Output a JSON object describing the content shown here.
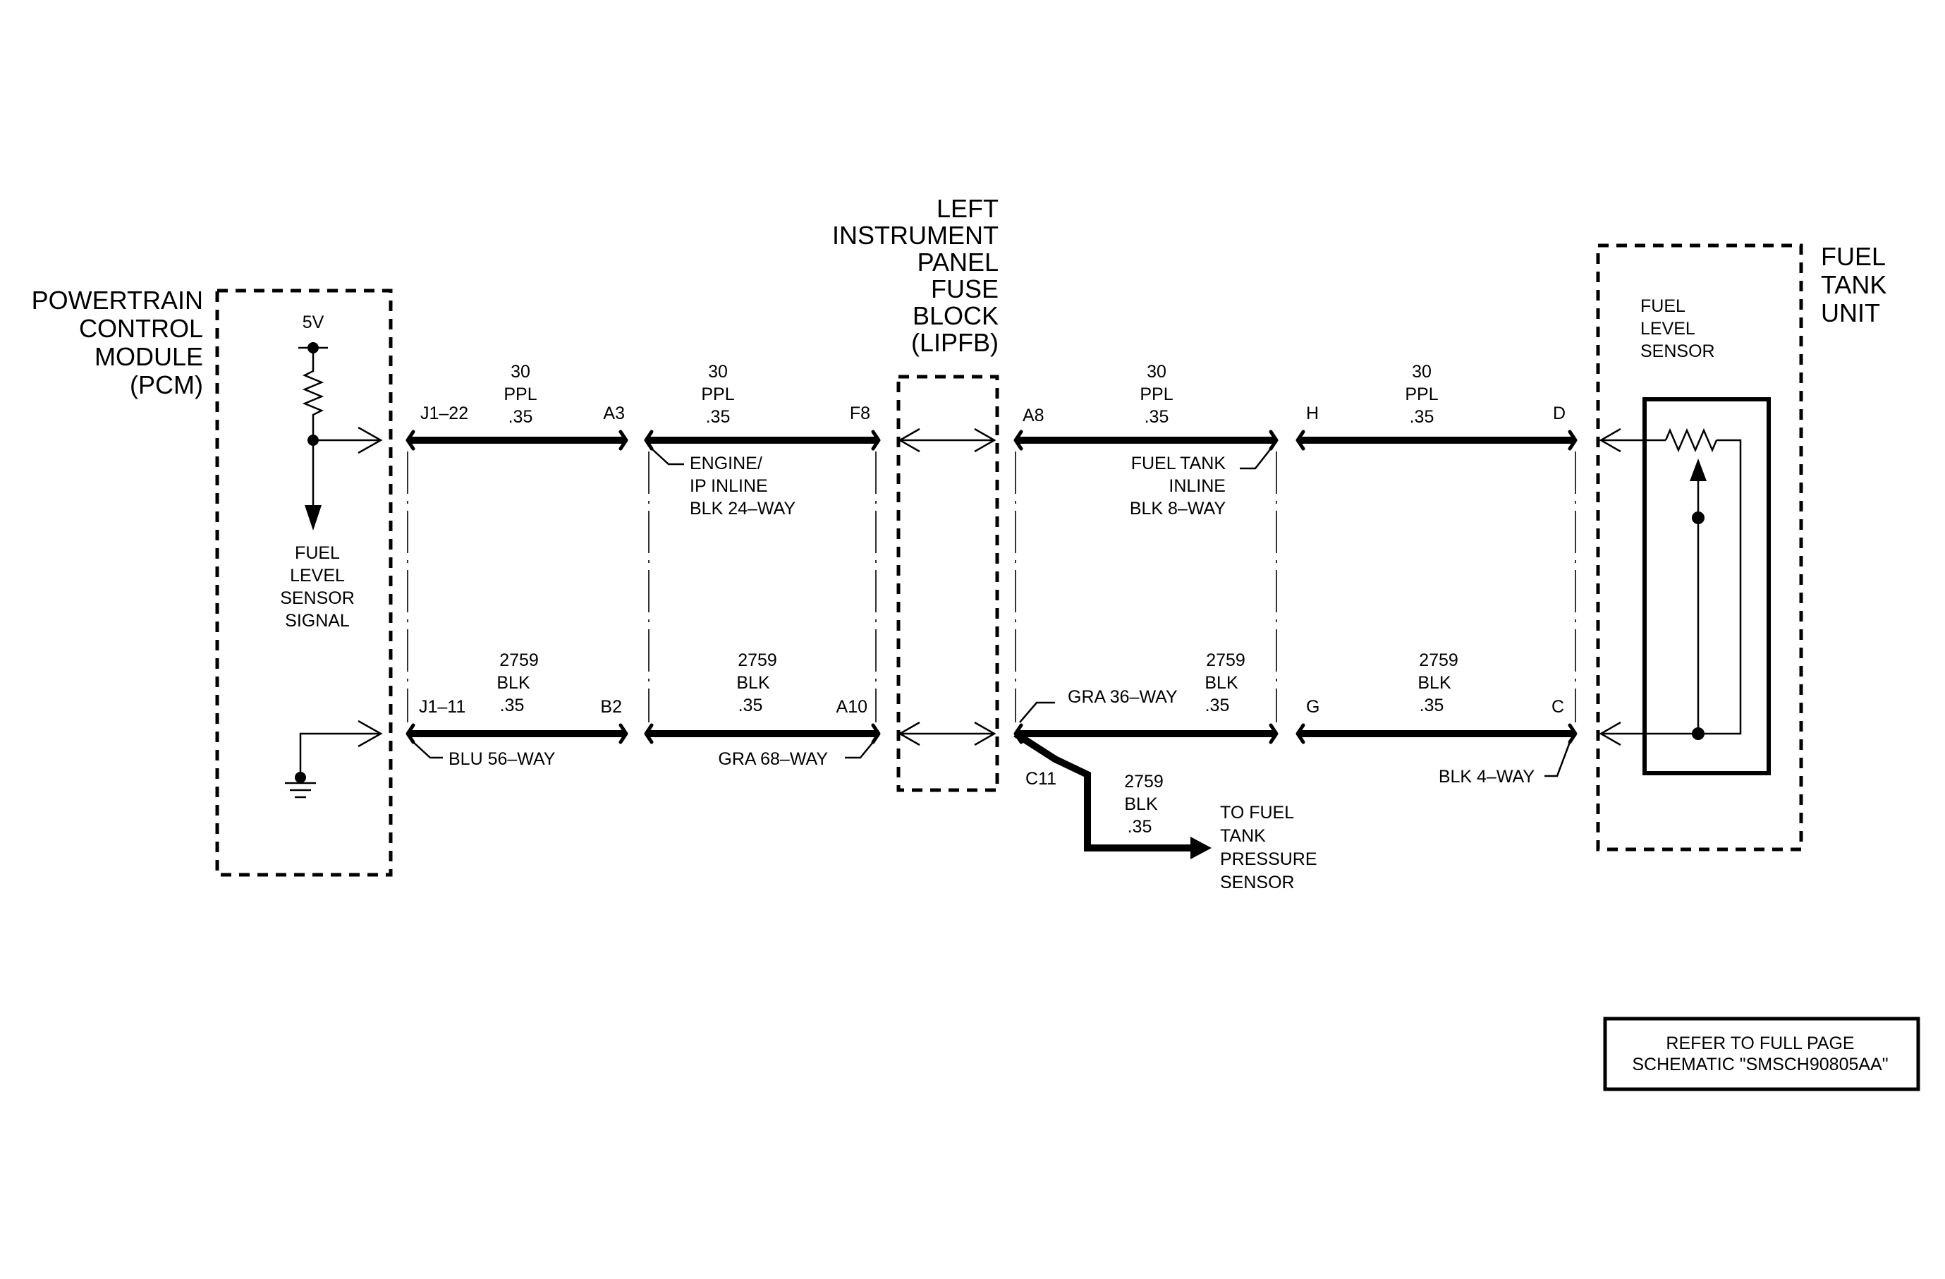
{
  "modules": {
    "pcm": {
      "lines": [
        "POWERTRAIN",
        "CONTROL",
        "MODULE",
        "(PCM)"
      ],
      "supply": "5V",
      "signal": [
        "FUEL",
        "LEVEL",
        "SENSOR",
        "SIGNAL"
      ]
    },
    "lipfb": {
      "lines": [
        "LEFT",
        "INSTRUMENT",
        "PANEL",
        "FUSE",
        "BLOCK",
        "(LIPFB)"
      ]
    },
    "fuel_tank_unit": {
      "lines": [
        "FUEL",
        "TANK",
        "UNIT"
      ],
      "sensor": [
        "FUEL",
        "LEVEL",
        "SENSOR"
      ]
    }
  },
  "top_circuit": {
    "segments": [
      {
        "lines": [
          "30",
          "PPL",
          ".35"
        ],
        "left_pin": "J1–22",
        "right_pin": "A3"
      },
      {
        "lines": [
          "30",
          "PPL",
          ".35"
        ],
        "right_pin": "F8"
      },
      {
        "lines": [
          "30",
          "PPL",
          ".35"
        ],
        "left_pin": "A8"
      },
      {
        "lines": [
          "30",
          "PPL",
          ".35"
        ],
        "left_pin": "H",
        "right_pin": "D"
      }
    ],
    "connectors": {
      "engine_ip": [
        "ENGINE/",
        "IP INLINE",
        "BLK 24–WAY"
      ],
      "fuel_tank_inline": [
        "FUEL TANK",
        "INLINE",
        "BLK 8–WAY"
      ]
    }
  },
  "bottom_circuit": {
    "segments": [
      {
        "lines": [
          "2759",
          "BLK",
          ".35"
        ],
        "left_pin": "J1–11",
        "right_pin": "B2"
      },
      {
        "lines": [
          "2759",
          "BLK",
          ".35"
        ],
        "right_pin": "A10"
      },
      {
        "lines": [
          "2759",
          "BLK",
          ".35"
        ]
      },
      {
        "lines": [
          "2759",
          "BLK",
          ".35"
        ],
        "left_pin": "G",
        "right_pin": "C"
      }
    ],
    "connectors": {
      "blu56": "BLU 56–WAY",
      "gra68": "GRA 68–WAY",
      "gra36": "GRA 36–WAY",
      "blk4": "BLK 4–WAY"
    },
    "splice": {
      "id": "C11",
      "lines": [
        "2759",
        "BLK",
        ".35"
      ],
      "destination": [
        "TO FUEL",
        "TANK",
        "PRESSURE",
        "SENSOR"
      ]
    }
  },
  "note": [
    "REFER TO FULL PAGE",
    "SCHEMATIC \"SMSCH90805AA\""
  ]
}
